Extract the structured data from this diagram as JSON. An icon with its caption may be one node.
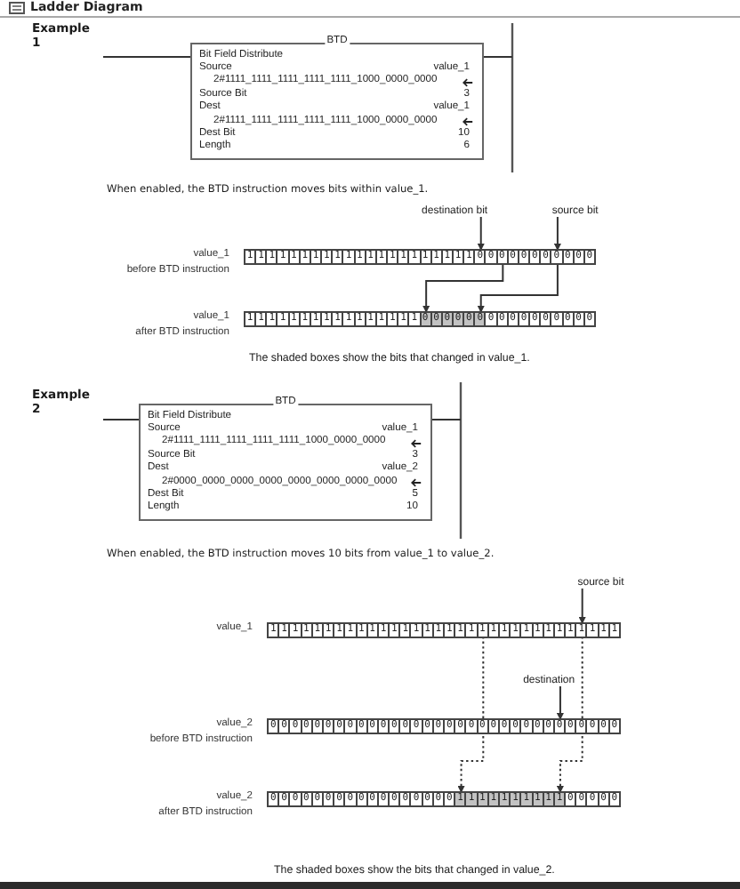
{
  "diagram": {
    "title": "Ladder Diagram",
    "nodes": [
      {
        "text": [
          "BTD",
          "Bit Field Distribute",
          "Source",
          "value_1",
          "2#1111_1111_1111_1111_1111_1000_0000_0000",
          "Source Bit",
          "3",
          "Dest",
          "value_1",
          "2#1111_1111_1111_1111_1111_1000_0000_0000",
          "Dest Bit",
          "10",
          "Length",
          "6"
        ]
      },
      {
        "text": [
          "destination bit"
        ]
      },
      {
        "text": [
          "source bit"
        ]
      },
      {
        "text": [],
        "shape": "bar",
        "beside": [
          "value_1",
          "before BTD instruction"
        ]
      },
      {
        "text": [
          "1"
        ],
        "in": 3
      },
      {
        "text": [
          "1"
        ],
        "in": 3
      },
      {
        "text": [
          "1"
        ],
        "in": 3
      },
      {
        "text": [
          "1"
        ],
        "in": 3
      },
      {
        "text": [
          "1"
        ],
        "in": 3
      },
      {
        "text": [
          "1"
        ],
        "in": 3
      },
      {
        "text": [
          "1"
        ],
        "in": 3
      },
      {
        "text": [
          "1"
        ],
        "in": 3
      },
      {
        "text": [
          "1"
        ],
        "in": 3
      },
      {
        "text": [
          "1"
        ],
        "in": 3
      },
      {
        "text": [
          "1"
        ],
        "in": 3
      },
      {
        "text": [
          "1"
        ],
        "in": 3
      },
      {
        "text": [
          "1"
        ],
        "in": 3
      },
      {
        "text": [
          "1"
        ],
        "in": 3
      },
      {
        "text": [
          "1"
        ],
        "in": 3
      },
      {
        "text": [
          "1"
        ],
        "in": 3
      },
      {
        "text": [
          "1"
        ],
        "in": 3
      },
      {
        "text": [
          "1"
        ],
        "in": 3
      },
      {
        "text": [
          "1"
        ],
        "in": 3
      },
      {
        "text": [
          "1"
        ],
        "in": 3
      },
      {
        "text": [
          "1"
        ],
        "in": 3
      },
      {
        "text": [
          "0"
        ],
        "in": 3
      },
      {
        "text": [
          "0"
        ],
        "in": 3
      },
      {
        "text": [
          "0"
        ],
        "in": 3
      },
      {
        "text": [
          "0"
        ],
        "in": 3
      },
      {
        "text": [
          "0"
        ],
        "in": 3
      },
      {
        "text": [
          "0"
        ],
        "in": 3
      },
      {
        "text": [
          "0"
        ],
        "in": 3
      },
      {
        "text": [
          "0"
        ],
        "in": 3
      },
      {
        "text": [
          "0"
        ],
        "in": 3
      },
      {
        "text": [
          "0"
        ],
        "in": 3
      },
      {
        "text": [
          "0"
        ],
        "in": 3
      },
      {
        "text": [],
        "shape": "bar",
        "beside": [
          "value_1",
          "after BTD instruction"
        ]
      },
      {
        "text": [
          "1"
        ],
        "in": 36
      },
      {
        "text": [
          "1"
        ],
        "in": 36
      },
      {
        "text": [
          "1"
        ],
        "in": 36
      },
      {
        "text": [
          "1"
        ],
        "in": 36
      },
      {
        "text": [
          "1"
        ],
        "in": 36
      },
      {
        "text": [
          "1"
        ],
        "in": 36
      },
      {
        "text": [
          "1"
        ],
        "in": 36
      },
      {
        "text": [
          "1"
        ],
        "in": 36
      },
      {
        "text": [
          "1"
        ],
        "in": 36
      },
      {
        "text": [
          "1"
        ],
        "in": 36
      },
      {
        "text": [
          "1"
        ],
        "in": 36
      },
      {
        "text": [
          "1"
        ],
        "in": 36
      },
      {
        "text": [
          "1"
        ],
        "in": 36
      },
      {
        "text": [
          "1"
        ],
        "in": 36
      },
      {
        "text": [
          "1"
        ],
        "in": 36
      },
      {
        "text": [
          "1"
        ],
        "in": 36
      },
      {
        "text": [
          "0"
        ],
        "in": 36
      },
      {
        "text": [
          "0"
        ],
        "in": 36
      },
      {
        "text": [
          "0"
        ],
        "in": 36
      },
      {
        "text": [
          "0"
        ],
        "in": 36
      },
      {
        "text": [
          "0"
        ],
        "in": 36
      },
      {
        "text": [
          "0"
        ],
        "in": 36
      },
      {
        "text": [
          "0"
        ],
        "in": 36
      },
      {
        "text": [
          "0"
        ],
        "in": 36
      },
      {
        "text": [
          "0"
        ],
        "in": 36
      },
      {
        "text": [
          "0"
        ],
        "in": 36
      },
      {
        "text": [
          "0"
        ],
        "in": 36
      },
      {
        "text": [
          "0"
        ],
        "in": 36
      },
      {
        "text": [
          "0"
        ],
        "in": 36
      },
      {
        "text": [
          "0"
        ],
        "in": 36
      },
      {
        "text": [
          "0"
        ],
        "in": 36
      },
      {
        "text": [
          "0"
        ],
        "in": 36
      },
      {
        "text": [
          "BTD",
          "Bit Field Distribute",
          "Source",
          "value_1",
          "2#1111_1111_1111_1111_1111_1000_0000_0000",
          "Source Bit",
          "3",
          "Dest",
          "value_2",
          "2#0000_0000_0000_0000_0000_0000_0000_0000",
          "Dest Bit",
          "5",
          "Length",
          "10"
        ]
      },
      {
        "text": [
          "source bit"
        ]
      },
      {
        "text": [],
        "shape": "bar",
        "beside": [
          "value_1"
        ]
      },
      {
        "text": [
          "1"
        ],
        "in": 71
      },
      {
        "text": [
          "1"
        ],
        "in": 71
      },
      {
        "text": [
          "1"
        ],
        "in": 71
      },
      {
        "text": [
          "1"
        ],
        "in": 71
      },
      {
        "text": [
          "1"
        ],
        "in": 71
      },
      {
        "text": [
          "1"
        ],
        "in": 71
      },
      {
        "text": [
          "1"
        ],
        "in": 71
      },
      {
        "text": [
          "1"
        ],
        "in": 71
      },
      {
        "text": [
          "1"
        ],
        "in": 71
      },
      {
        "text": [
          "1"
        ],
        "in": 71
      },
      {
        "text": [
          "1"
        ],
        "in": 71
      },
      {
        "text": [
          "1"
        ],
        "in": 71
      },
      {
        "text": [
          "1"
        ],
        "in": 71
      },
      {
        "text": [
          "1"
        ],
        "in": 71
      },
      {
        "text": [
          "1"
        ],
        "in": 71
      },
      {
        "text": [
          "1"
        ],
        "in": 71
      },
      {
        "text": [
          "1"
        ],
        "in": 71
      },
      {
        "text": [
          "1"
        ],
        "in": 71
      },
      {
        "text": [
          "1"
        ],
        "in": 71
      },
      {
        "text": [
          "1"
        ],
        "in": 71
      },
      {
        "text": [
          "1"
        ],
        "in": 71
      },
      {
        "text": [
          "1"
        ],
        "in": 71
      },
      {
        "text": [
          "1"
        ],
        "in": 71
      },
      {
        "text": [
          "1"
        ],
        "in": 71
      },
      {
        "text": [
          "1"
        ],
        "in": 71
      },
      {
        "text": [
          "1"
        ],
        "in": 71
      },
      {
        "text": [
          "1"
        ],
        "in": 71
      },
      {
        "text": [
          "1"
        ],
        "in": 71
      },
      {
        "text": [
          "1"
        ],
        "in": 71
      },
      {
        "text": [
          "1"
        ],
        "in": 71
      },
      {
        "text": [
          "1"
        ],
        "in": 71
      },
      {
        "text": [
          "1"
        ],
        "in": 71
      },
      {
        "text": [
          "destination"
        ]
      },
      {
        "text": [],
        "shape": "bar",
        "beside": [
          "value_2",
          "before BTD instruction"
        ]
      },
      {
        "text": [
          "0"
        ],
        "in": 105
      },
      {
        "text": [
          "0"
        ],
        "in": 105
      },
      {
        "text": [
          "0"
        ],
        "in": 105
      },
      {
        "text": [
          "0"
        ],
        "in": 105
      },
      {
        "text": [
          "0"
        ],
        "in": 105
      },
      {
        "text": [
          "0"
        ],
        "in": 105
      },
      {
        "text": [
          "0"
        ],
        "in": 105
      },
      {
        "text": [
          "0"
        ],
        "in": 105
      },
      {
        "text": [
          "0"
        ],
        "in": 105
      },
      {
        "text": [
          "0"
        ],
        "in": 105
      },
      {
        "text": [
          "0"
        ],
        "in": 105
      },
      {
        "text": [
          "0"
        ],
        "in": 105
      },
      {
        "text": [
          "0"
        ],
        "in": 105
      },
      {
        "text": [
          "0"
        ],
        "in": 105
      },
      {
        "text": [
          "0"
        ],
        "in": 105
      },
      {
        "text": [
          "0"
        ],
        "in": 105
      },
      {
        "text": [
          "0"
        ],
        "in": 105
      },
      {
        "text": [
          "0"
        ],
        "in": 105
      },
      {
        "text": [
          "0"
        ],
        "in": 105
      },
      {
        "text": [
          "0"
        ],
        "in": 105
      },
      {
        "text": [
          "0"
        ],
        "in": 105
      },
      {
        "text": [
          "0"
        ],
        "in": 105
      },
      {
        "text": [
          "0"
        ],
        "in": 105
      },
      {
        "text": [
          "0"
        ],
        "in": 105
      },
      {
        "text": [
          "0"
        ],
        "in": 105
      },
      {
        "text": [
          "0"
        ],
        "in": 105
      },
      {
        "text": [
          "0"
        ],
        "in": 105
      },
      {
        "text": [
          "0"
        ],
        "in": 105
      },
      {
        "text": [
          "0"
        ],
        "in": 105
      },
      {
        "text": [
          "0"
        ],
        "in": 105
      },
      {
        "text": [
          "0"
        ],
        "in": 105
      },
      {
        "text": [
          "0"
        ],
        "in": 105
      },
      {
        "text": [],
        "shape": "bar",
        "beside": [
          "value_2",
          "after BTD instruction"
        ]
      },
      {
        "text": [
          "0"
        ],
        "in": 138
      },
      {
        "text": [
          "0"
        ],
        "in": 138
      },
      {
        "text": [
          "0"
        ],
        "in": 138
      },
      {
        "text": [
          "0"
        ],
        "in": 138
      },
      {
        "text": [
          "0"
        ],
        "in": 138
      },
      {
        "text": [
          "0"
        ],
        "in": 138
      },
      {
        "text": [
          "0"
        ],
        "in": 138
      },
      {
        "text": [
          "0"
        ],
        "in": 138
      },
      {
        "text": [
          "0"
        ],
        "in": 138
      },
      {
        "text": [
          "0"
        ],
        "in": 138
      },
      {
        "text": [
          "0"
        ],
        "in": 138
      },
      {
        "text": [
          "0"
        ],
        "in": 138
      },
      {
        "text": [
          "0"
        ],
        "in": 138
      },
      {
        "text": [
          "0"
        ],
        "in": 138
      },
      {
        "text": [
          "0"
        ],
        "in": 138
      },
      {
        "text": [
          "0"
        ],
        "in": 138
      },
      {
        "text": [
          "0"
        ],
        "in": 138
      },
      {
        "text": [
          "1"
        ],
        "in": 138
      },
      {
        "text": [
          "1"
        ],
        "in": 138
      },
      {
        "text": [
          "1"
        ],
        "in": 138
      },
      {
        "text": [
          "1"
        ],
        "in": 138
      },
      {
        "text": [
          "1"
        ],
        "in": 138
      },
      {
        "text": [
          "1"
        ],
        "in": 138
      },
      {
        "text": [
          "1"
        ],
        "in": 138
      },
      {
        "text": [
          "1"
        ],
        "in": 138
      },
      {
        "text": [
          "1"
        ],
        "in": 138
      },
      {
        "text": [
          "1"
        ],
        "in": 138
      },
      {
        "text": [
          "0"
        ],
        "in": 138
      },
      {
        "text": [
          "0"
        ],
        "in": 138
      },
      {
        "text": [
          "0"
        ],
        "in": 138
      },
      {
        "text": [
          "0"
        ],
        "in": 138
      },
      {
        "text": [
          "0"
        ],
        "in": 138
      }
    ],
    "edges": [
      {
        "from": null,
        "to": 0,
        "arrow": "none"
      },
      {
        "from": 0,
        "to": null,
        "arrow": "none"
      },
      {
        "from": 1,
        "to": 25,
        "arrow": "to"
      },
      {
        "from": 2,
        "to": 32,
        "arrow": "to"
      },
      {
        "from": 27,
        "to": 53,
        "arrow": "to"
      },
      {
        "from": 32,
        "to": 58,
        "arrow": "to"
      },
      {
        "from": null,
        "to": 69,
        "arrow": "none"
      },
      {
        "from": 69,
        "to": null,
        "arrow": "none"
      },
      {
        "from": 70,
        "to": 100,
        "arrow": "to"
      },
      {
        "from": 104,
        "to": 132,
        "arrow": "to"
      },
      {
        "from": 91,
        "to": 156,
        "arrow": "to",
        "style": "dashed"
      },
      {
        "from": 100,
        "to": 165,
        "arrow": "to",
        "style": "dashed"
      }
    ],
    "labels": [
      "Example 1",
      "When enabled, the BTD instruction moves bits within value_1.",
      "The shaded boxes show the bits that changed in value_1.",
      "Example 2",
      "When enabled, the BTD instruction moves 10 bits from value_1 to value_2.",
      "The shaded boxes show the bits that changed in value_2."
    ]
  }
}
